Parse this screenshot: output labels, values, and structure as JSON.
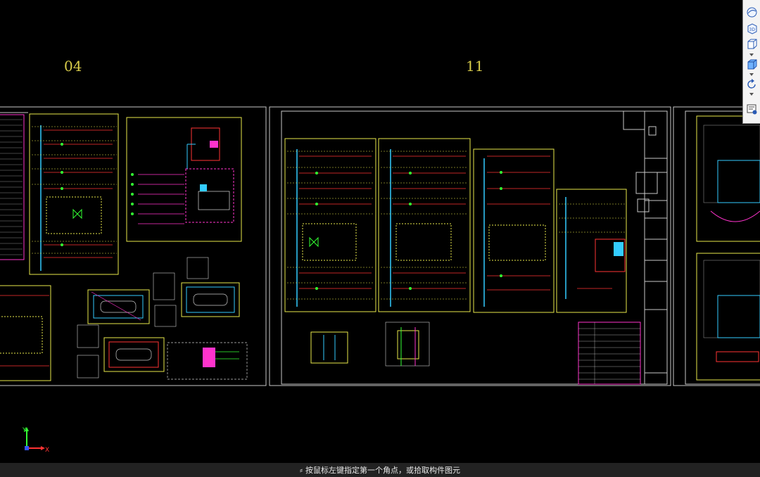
{
  "sheets": [
    {
      "label": "04"
    },
    {
      "label": "11"
    }
  ],
  "status": {
    "prompt": "按鼠标左键指定第一个角点，或拾取构件图元"
  },
  "toolbar": {
    "items": [
      {
        "name": "orbit-icon"
      },
      {
        "name": "3d-view-icon"
      },
      {
        "name": "top-view-cube-icon"
      },
      {
        "name": "shaded-cube-icon"
      },
      {
        "name": "rotate-icon"
      },
      {
        "name": "view-list-icon"
      }
    ],
    "view_3d_text": "3D"
  },
  "ucs": {
    "x_label": "X",
    "y_label": "Y"
  },
  "colors": {
    "background": "#000000",
    "frame": "#c8c8c8",
    "yellow": "#e8e84a",
    "magenta": "#ff33cc",
    "red": "#ff3333",
    "green": "#33ff33",
    "cyan": "#33ccff",
    "label": "#d8cc4a"
  }
}
